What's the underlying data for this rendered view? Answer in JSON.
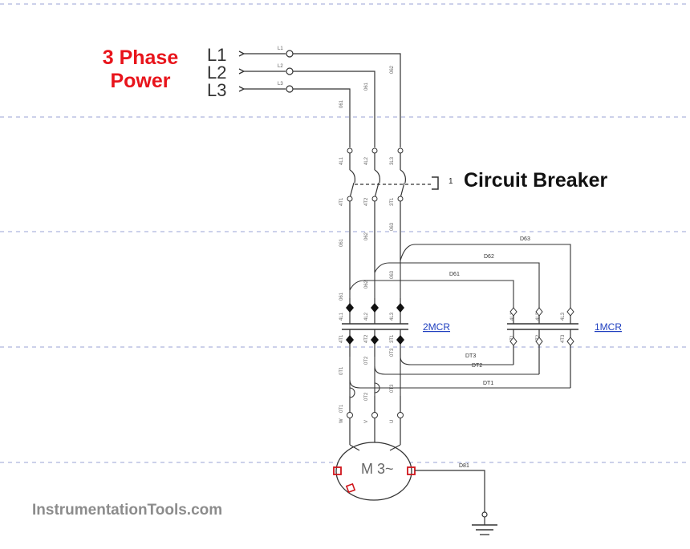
{
  "title": {
    "line1": "3 Phase",
    "line2": "Power",
    "color": "#e8141b"
  },
  "inputs": [
    {
      "label": "L1",
      "tag": "L1"
    },
    {
      "label": "L2",
      "tag": "L2"
    },
    {
      "label": "L3",
      "tag": "L3"
    }
  ],
  "breaker": {
    "label": "Circuit Breaker",
    "ref": "1"
  },
  "contactors": [
    {
      "name": "2MCR",
      "color": "#1f3fbf"
    },
    {
      "name": "1MCR",
      "color": "#1f3fbf"
    }
  ],
  "cross_wires": [
    "D63",
    "D62",
    "D61",
    "DT3",
    "DT2",
    "DT1"
  ],
  "motor": {
    "symbol": "M 3~"
  },
  "ground": {
    "wire": "D81"
  },
  "brand": "InstrumentationTools.com"
}
